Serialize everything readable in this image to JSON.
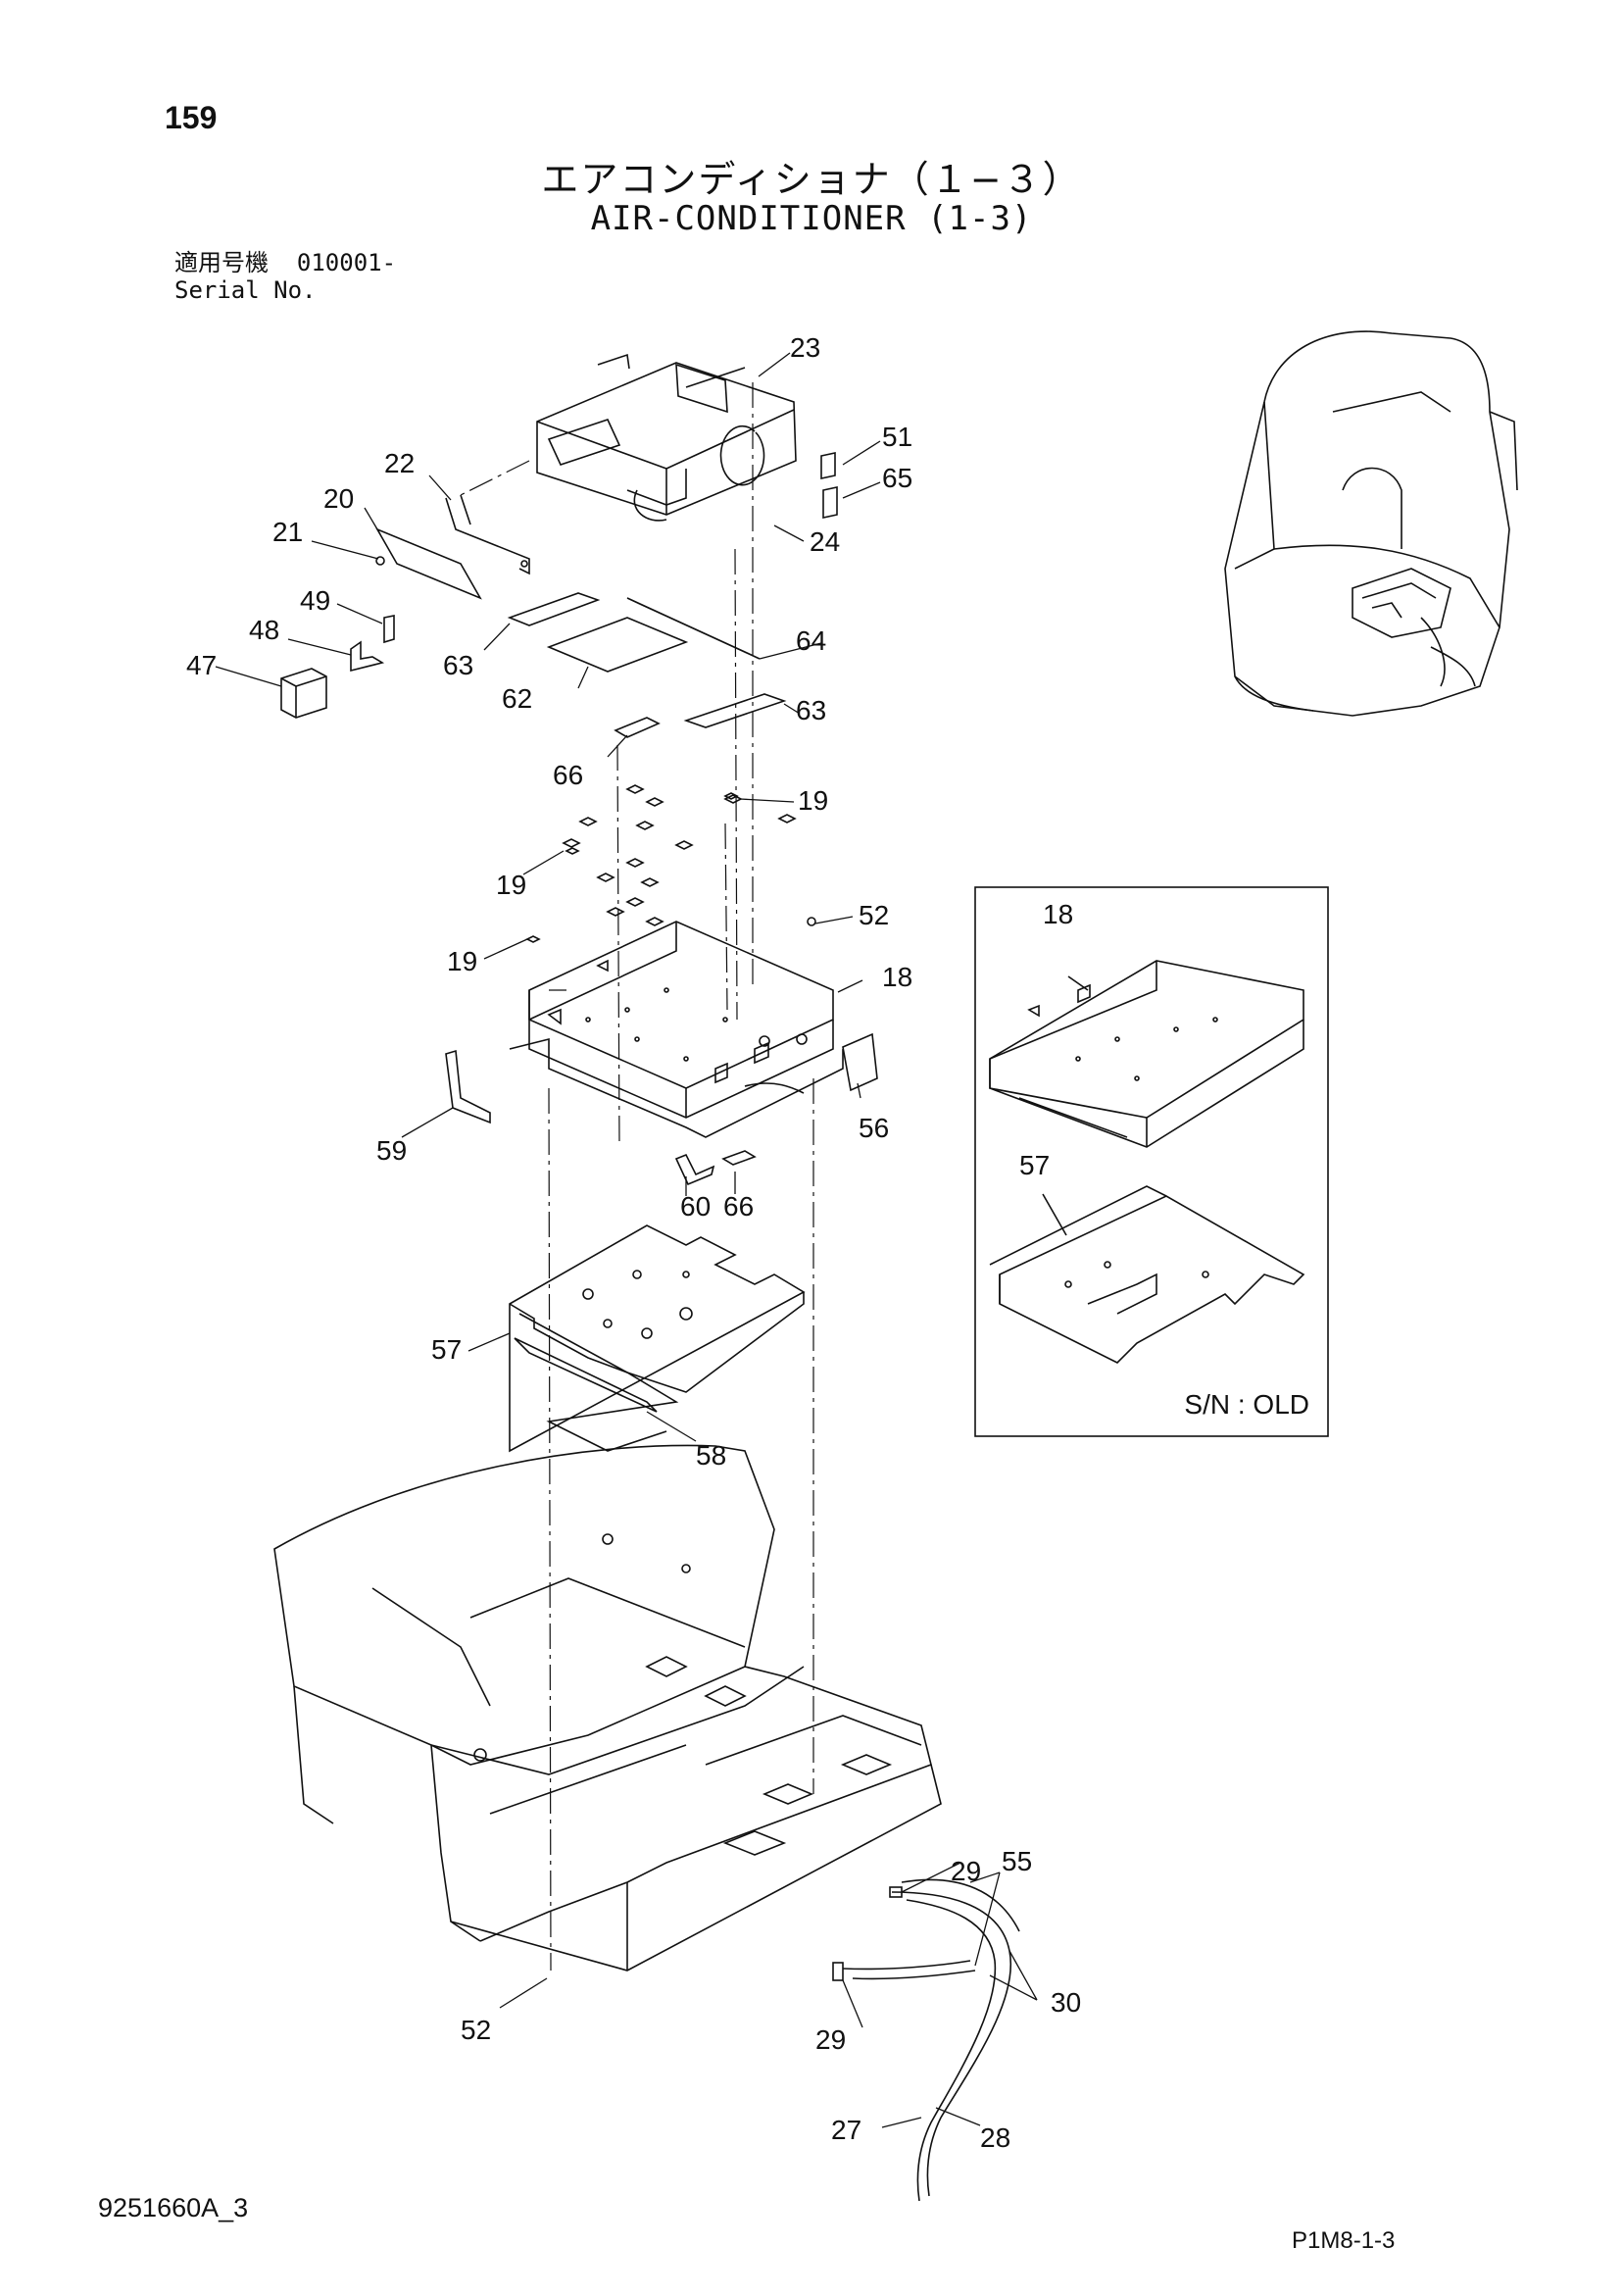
{
  "header": {
    "page_number": "159",
    "title_jp": "エアコンディショナ（１−３）",
    "title_en": "AIR-CONDITIONER (1-3)",
    "serial_label_jp": "適用号機",
    "serial_value": "010001-",
    "serial_label_en": "Serial No."
  },
  "callouts": [
    "23",
    "51",
    "65",
    "24",
    "22",
    "20",
    "21",
    "49",
    "48",
    "47",
    "63",
    "62",
    "64",
    "63",
    "66",
    "19",
    "19",
    "19",
    "52",
    "18",
    "59",
    "60",
    "66",
    "56",
    "57",
    "58",
    "29",
    "55",
    "30",
    "29",
    "52",
    "27",
    "28"
  ],
  "inset": {
    "labels": [
      "18",
      "57"
    ],
    "caption": "S/N : OLD"
  },
  "footer": {
    "doc_id": "9251660A_3",
    "page_code": "P1M8-1-3"
  },
  "colors": {
    "ink": "#111111",
    "paper": "#ffffff"
  }
}
